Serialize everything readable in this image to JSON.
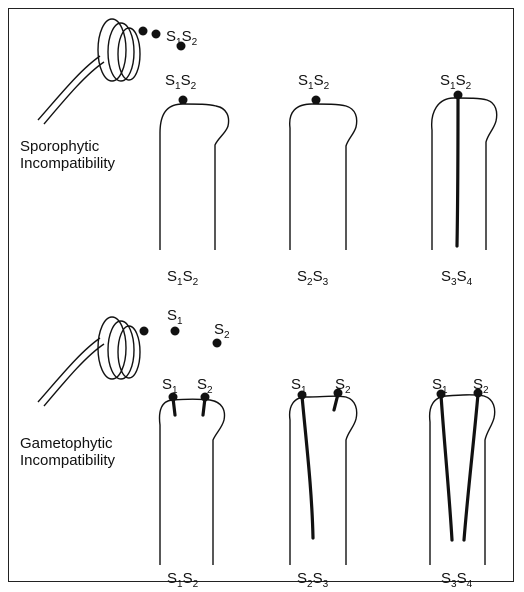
{
  "sporophytic": {
    "title_line1": "Sporophytic",
    "title_line2": "Incompatibility",
    "pollen_label": {
      "s1": "S",
      "n1": "1",
      "s2": "S",
      "n2": "2"
    },
    "styles": [
      {
        "top": {
          "s1": "S",
          "n1": "1",
          "s2": "S",
          "n2": "2"
        },
        "bottom": {
          "s1": "S",
          "n1": "1",
          "s2": "S",
          "n2": "2"
        }
      },
      {
        "top": {
          "s1": "S",
          "n1": "1",
          "s2": "S",
          "n2": "2"
        },
        "bottom": {
          "s1": "S",
          "n1": "2",
          "s2": "S",
          "n2": "3"
        }
      },
      {
        "top": {
          "s1": "S",
          "n1": "1",
          "s2": "S",
          "n2": "2"
        },
        "bottom": {
          "s1": "S",
          "n1": "3",
          "s2": "S",
          "n2": "4"
        }
      }
    ]
  },
  "gametophytic": {
    "title_line1": "Gametophytic",
    "title_line2": "Incompatibility",
    "pollen_label_a": {
      "s": "S",
      "n": "1"
    },
    "pollen_label_b": {
      "s": "S",
      "n": "2"
    },
    "styles": [
      {
        "top_a": {
          "s": "S",
          "n": "1"
        },
        "top_b": {
          "s": "S",
          "n": "2"
        },
        "bottom": {
          "s1": "S",
          "n1": "1",
          "s2": "S",
          "n2": "2"
        }
      },
      {
        "top_a": {
          "s": "S",
          "n": "1"
        },
        "top_b": {
          "s": "S",
          "n": "2"
        },
        "bottom": {
          "s1": "S",
          "n1": "2",
          "s2": "S",
          "n2": "3"
        }
      },
      {
        "top_a": {
          "s": "S",
          "n": "1"
        },
        "top_b": {
          "s": "S",
          "n": "2"
        },
        "bottom": {
          "s1": "S",
          "n1": "3",
          "s2": "S",
          "n2": "4"
        }
      }
    ]
  }
}
